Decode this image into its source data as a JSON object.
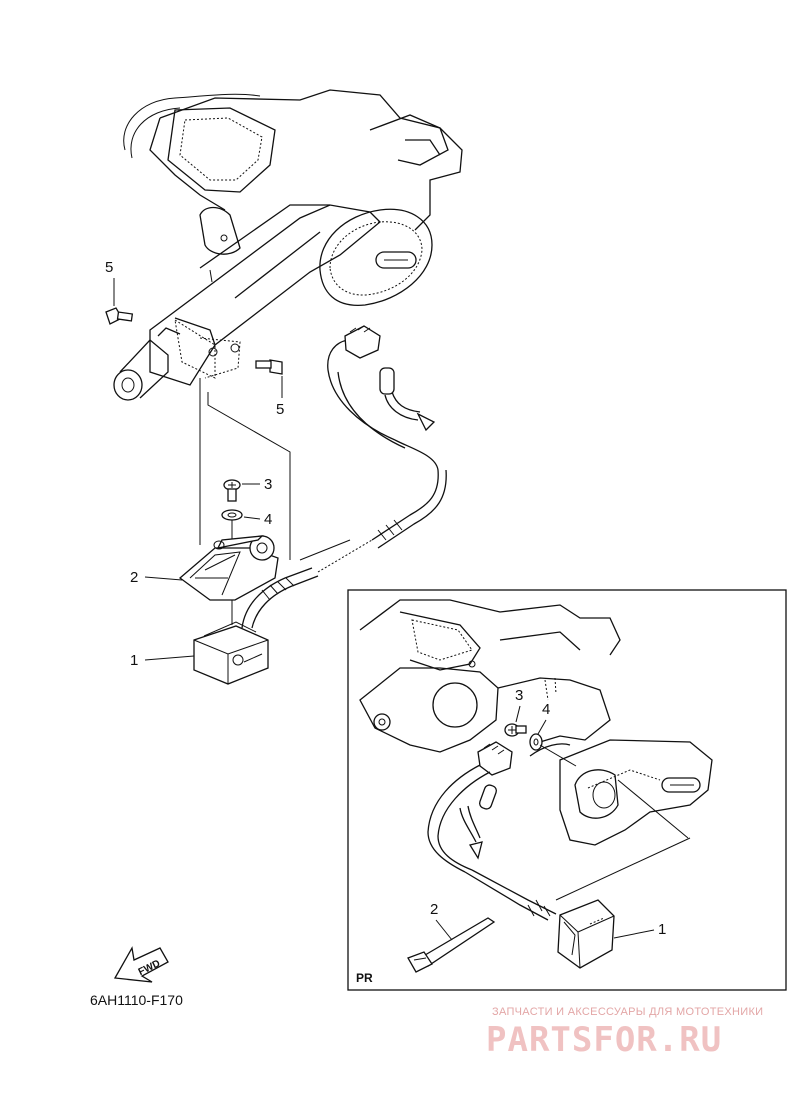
{
  "diagram": {
    "code": "6AH1110-F170",
    "fwd_label": "FWD",
    "inset_label": "PR",
    "callouts": {
      "main_1": "1",
      "main_2": "2",
      "main_3": "3",
      "main_4": "4",
      "main_5a": "5",
      "main_5b": "5",
      "inset_1": "1",
      "inset_2": "2",
      "inset_3": "3",
      "inset_4": "4"
    }
  },
  "watermark": {
    "tagline": "ЗАПЧАСТИ И АКСЕССУАРЫ ДЛЯ МОТОТЕХНИКИ",
    "logo": "PARTSFOR.RU"
  }
}
